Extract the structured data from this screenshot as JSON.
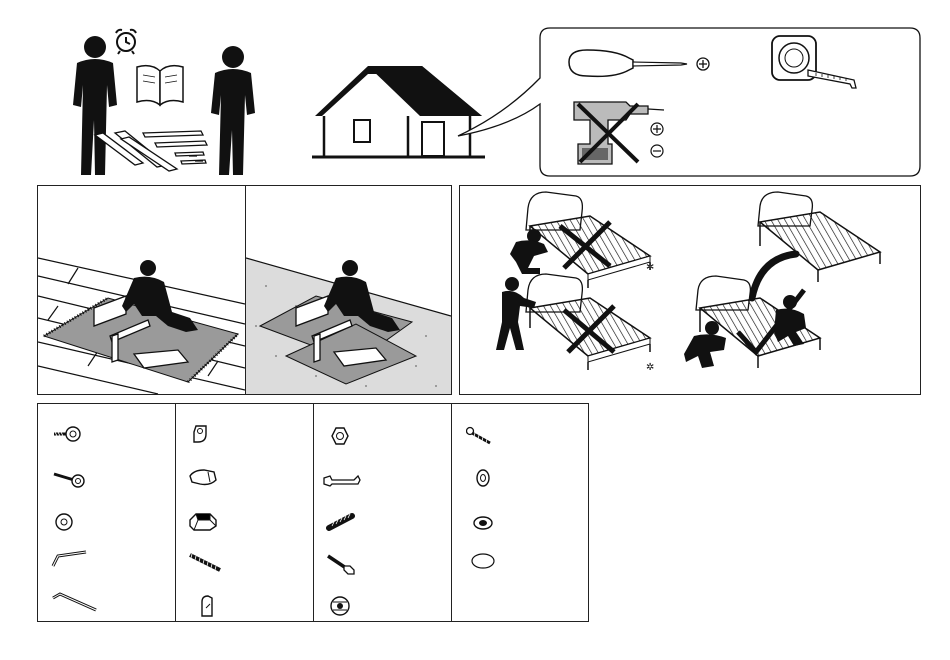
{
  "page": {
    "background": "#ffffff",
    "ink": "#111111",
    "floor_gray": "#9a9a9a",
    "light_gray": "#cccccc"
  },
  "intro": {
    "people_count": 2,
    "icons": [
      "person-icon",
      "alarm-clock-icon",
      "open-manual-icon",
      "flat-pack-boards-icon",
      "house-icon"
    ]
  },
  "tools": {
    "allowed": [
      "phillips-screwdriver-icon",
      "tape-measure-icon"
    ],
    "prohibited": [
      "power-drill-icon"
    ],
    "symbols": [
      "phillips-symbol-icon",
      "flat-symbol-icon"
    ]
  },
  "floor_protection": {
    "panels": [
      {
        "surface": "wood-floor-with-rug",
        "icon": "rug-icon"
      },
      {
        "surface": "hard-floor-with-cardboard",
        "icon": "cardboard-icon"
      }
    ]
  },
  "bed_handling": {
    "steps": [
      {
        "action": "drag-by-foot",
        "allowed": false
      },
      {
        "action": "push-by-headboard",
        "allowed": false
      },
      {
        "action": "lift-by-two-people",
        "allowed": true
      }
    ]
  },
  "hardware": {
    "columns": [
      [
        "bolt-short-icon",
        "bolt-long-icon",
        "washer-icon",
        "allen-key-small-icon",
        "allen-key-large-icon"
      ],
      [
        "bracket-icon",
        "glide-cap-icon",
        "glide-pad-icon",
        "threaded-rod-icon",
        "corner-clip-icon"
      ],
      [
        "nut-icon",
        "wrench-icon",
        "dowel-icon",
        "cam-bolt-icon",
        "cam-lock-icon"
      ],
      [
        "wood-screw-icon",
        "washer-small-icon",
        "lock-nut-icon",
        "felt-pad-icon"
      ]
    ]
  }
}
